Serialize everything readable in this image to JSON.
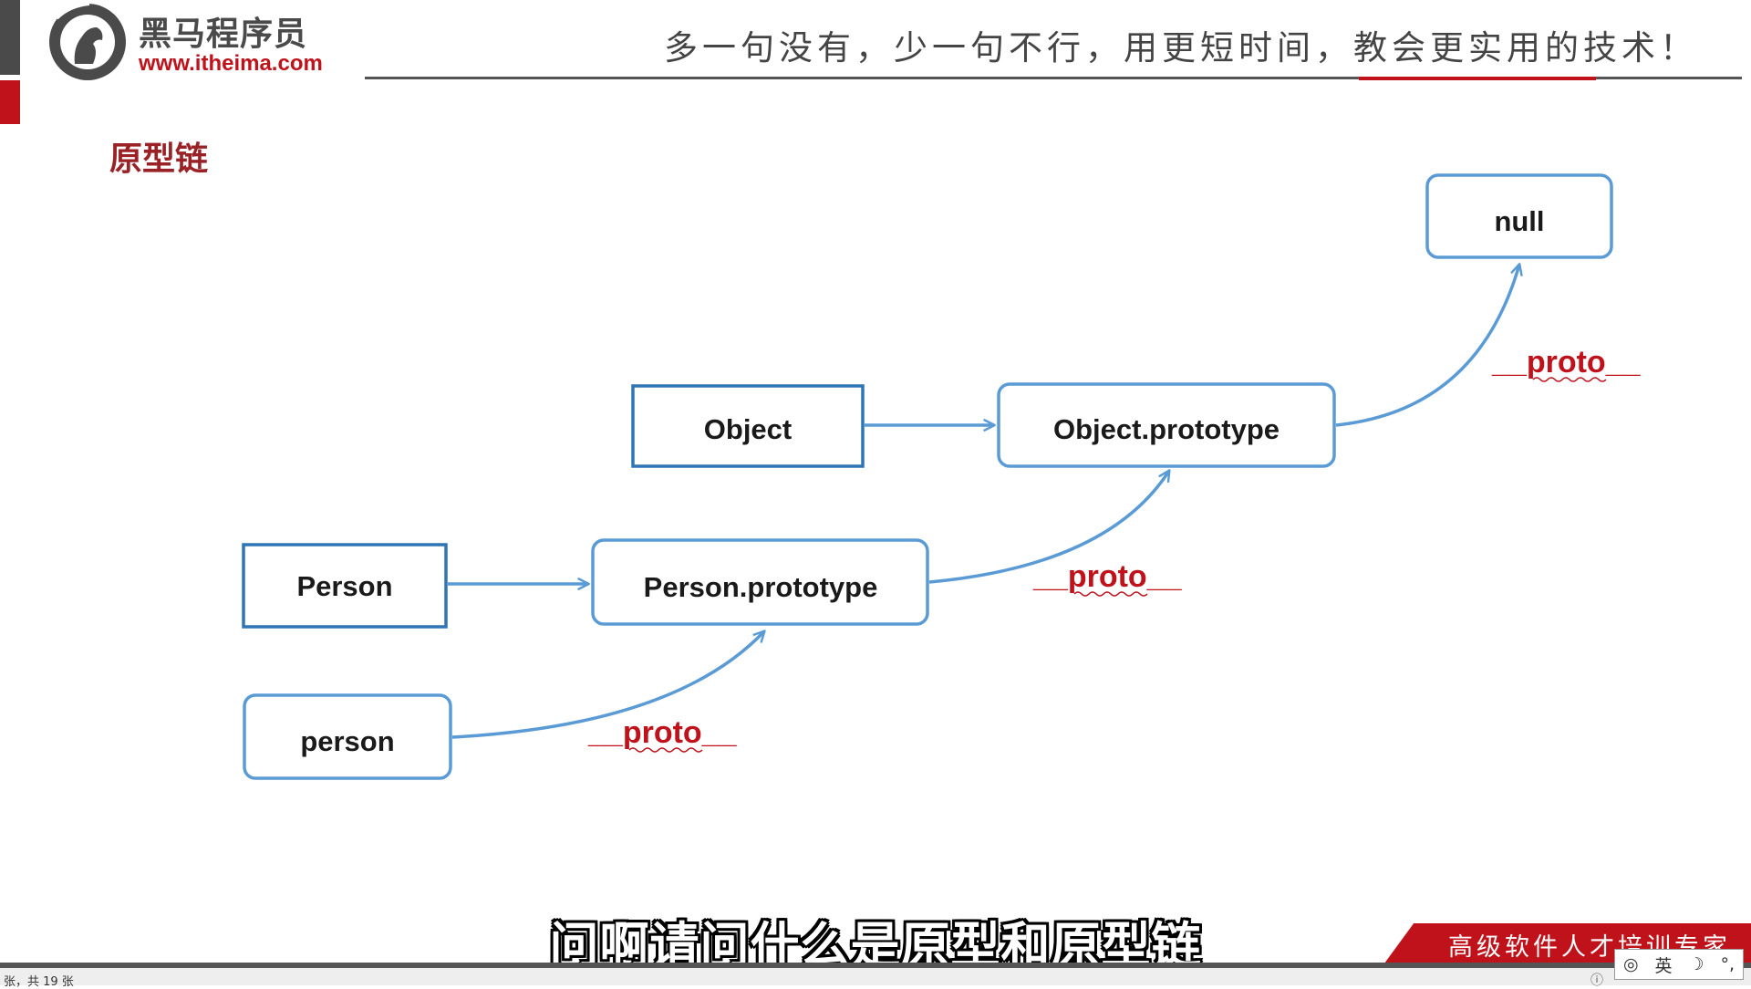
{
  "header": {
    "brand_name": "黑马程序员",
    "brand_url": "www.itheima.com",
    "slogan": "多一句没有，少一句不行，用更短时间，教会更实用的技术！"
  },
  "slide": {
    "title": "原型链"
  },
  "diagram": {
    "nodes": {
      "null": "null",
      "object": "Object",
      "object_prototype": "Object.prototype",
      "person_ctor": "Person",
      "person_prototype": "Person.prototype",
      "person_instance": "person"
    },
    "proto_labels": [
      "__proto__",
      "__proto__",
      "__proto__"
    ]
  },
  "subtitle": "问啊请问什么是原型和原型链",
  "footer": {
    "banner": "高级软件人才培训专家"
  },
  "status_bar": {
    "text": "张，共 19 张"
  },
  "ime": {
    "mode": "英",
    "moon_icon": "☽",
    "punct_icon": "°,"
  },
  "colors": {
    "brand_red": "#c0121b",
    "box_border": "#5b9bd5",
    "arrow": "#5b9bd5",
    "title_red": "#9a2226"
  }
}
